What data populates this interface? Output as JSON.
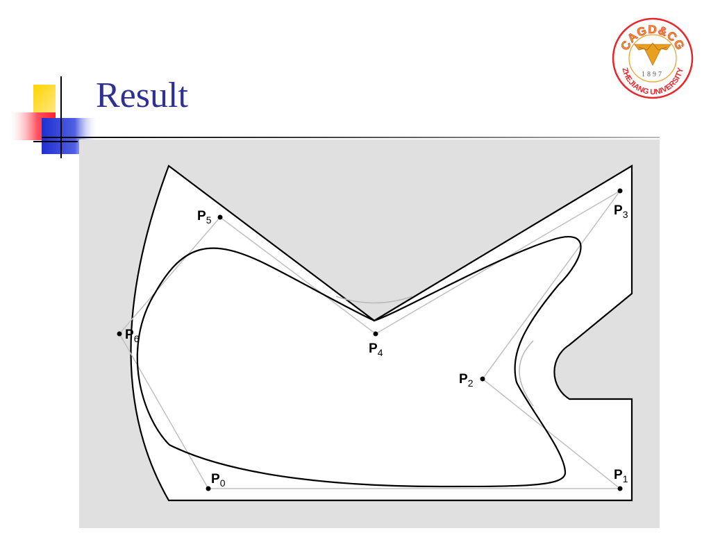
{
  "slide": {
    "title": "Result"
  },
  "logo": {
    "top_text": "CAGD&CG",
    "year": "1897",
    "bottom_text": "ZHEJIANG UNIVERSITY"
  },
  "diagram": {
    "points": [
      {
        "name": "P0",
        "letter": "P",
        "sub": "0"
      },
      {
        "name": "P1",
        "letter": "P",
        "sub": "1"
      },
      {
        "name": "P2",
        "letter": "P",
        "sub": "2"
      },
      {
        "name": "P3",
        "letter": "P",
        "sub": "3"
      },
      {
        "name": "P4",
        "letter": "P",
        "sub": "4"
      },
      {
        "name": "P5",
        "letter": "P",
        "sub": "5"
      },
      {
        "name": "P6",
        "letter": "P",
        "sub": "6"
      }
    ]
  },
  "colors": {
    "title": "#2e3192",
    "diagram_bg": "#e0e0e0",
    "control_polygon": "#c0c0c0",
    "logo_red": "#e8252b",
    "logo_gold": "#e8a020"
  }
}
